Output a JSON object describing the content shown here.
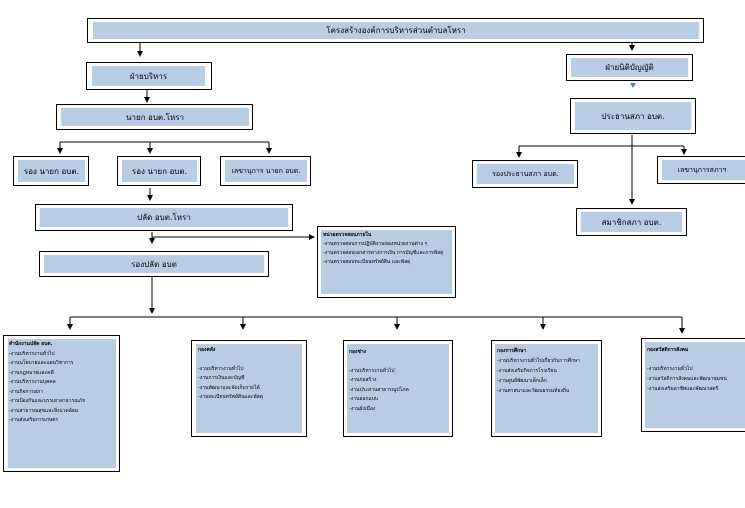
{
  "top": {
    "title": "โครงสร้างองค์การบริหารส่วนตำบลโหรา"
  },
  "executive": {
    "header": "ฝ่ายบริหาร",
    "mayor": "นายก อบต.โหรา",
    "deputy_1": "รอง นายก อบต.",
    "deputy_2": "รอง นายก อบต.",
    "secretary": "เลขานุการ นายก อบต."
  },
  "legislative": {
    "header": "ฝ่ายนิติบัญญัติ",
    "chair": "ประธานสภา อบต.",
    "vice_chair": "รองประธานสภา อบต.",
    "secretary": "เลขานุการสภาฯ",
    "members": "สมาชิกสภา อบต."
  },
  "admin": {
    "chief": "ปลัด อบต.โหรา",
    "deputy": "รองปลัด อบต"
  },
  "audit_unit": {
    "title": "หน่วยตรวจสอบภายใน",
    "items": [
      "-งานตรวจสอบการปฏิบัติงานของหน่วยงานต่าง ๆ",
      "-งานตรวจสอบเอกสารทางการเงิน การบัญชีและการพัสดุ",
      "-งานตรวจสอบทะเบียนทรัพย์สิน และพัสดุ"
    ]
  },
  "departments": [
    {
      "title": "สำนักงานปลัด อบต.",
      "items": [
        "-งานบริหารงานทั่วไป",
        "-งานนโยบายและแผนวิชาการ",
        "-งานกฎหมายและคดี",
        "-งานบริหารงานบุคคล",
        "-งานกิจการสภา",
        "-งานป้องกันและบรรเทาสาธารณภัย",
        "-งานสาธารณสุขและสิ่งแวดล้อม",
        "-งานส่งเสริมการเกษตร"
      ]
    },
    {
      "title": "กองคลัง",
      "items": [
        "-งานบริหารงานทั่วไป",
        "-งานการเงินและบัญชี",
        "-งานพัฒนาและจัดเก็บรายได้",
        "-งานทะเบียนทรัพย์สินและพัสดุ"
      ]
    },
    {
      "title": "กองช่าง",
      "items": [
        "-งานบริหารงานทั่วไป",
        "-งานก่อสร้าง",
        "-งานประสานสาธารณูปโภค",
        "-งานออกแบบ",
        "-งานผังเมือง"
      ]
    },
    {
      "title": "กองการศึกษา",
      "items": [
        "-งานบริหารงานทั่วไปเกี่ยวกับการศึกษา",
        "-งานส่งเสริมกิจการโรงเรียน",
        "-งานศูนย์พัฒนาเด็กเล็ก",
        "-งานศาสนาและวัฒนธรรมท้องถิ่น"
      ]
    },
    {
      "title": "กองสวัสดิการสังคม",
      "items": [
        "-งานบริหารงานทั่วไป",
        "-งานสวัสดิการสังคมและพัฒนาชุมชน",
        "-งานส่งเสริมอาชีพและพัฒนาสตรี"
      ]
    }
  ]
}
